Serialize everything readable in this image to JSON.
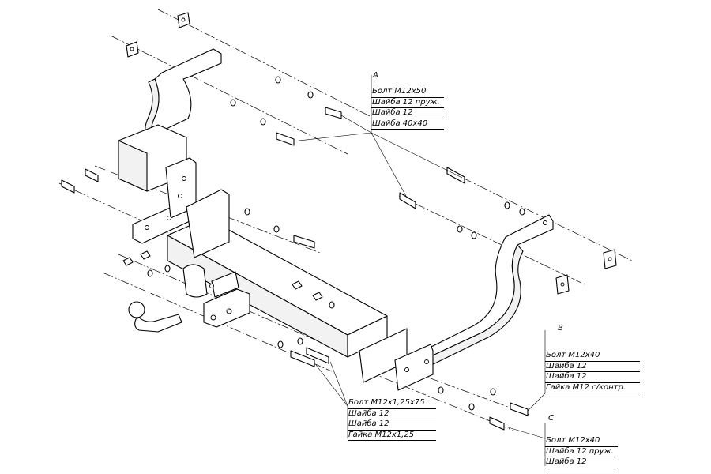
{
  "callouts": {
    "a": {
      "letter": "A",
      "items": [
        "Болт М12х50",
        "Шайба 12 пруж.",
        "Шайба 12",
        "Шайба 40х40"
      ]
    },
    "b": {
      "letter": "B",
      "items": [
        "Болт М12х40",
        "Шайба 12",
        "Шайба 12",
        "Гайка М12 с/контр."
      ]
    },
    "c": {
      "letter": "C",
      "items": [
        "Болт М12х40",
        "Шайба 12 пруж.",
        "Шайба 12"
      ]
    },
    "d": {
      "items": [
        "Болт М12х1,25х75",
        "Шайба 12",
        "Шайба 12",
        "Гайка М12х1,25"
      ]
    }
  }
}
